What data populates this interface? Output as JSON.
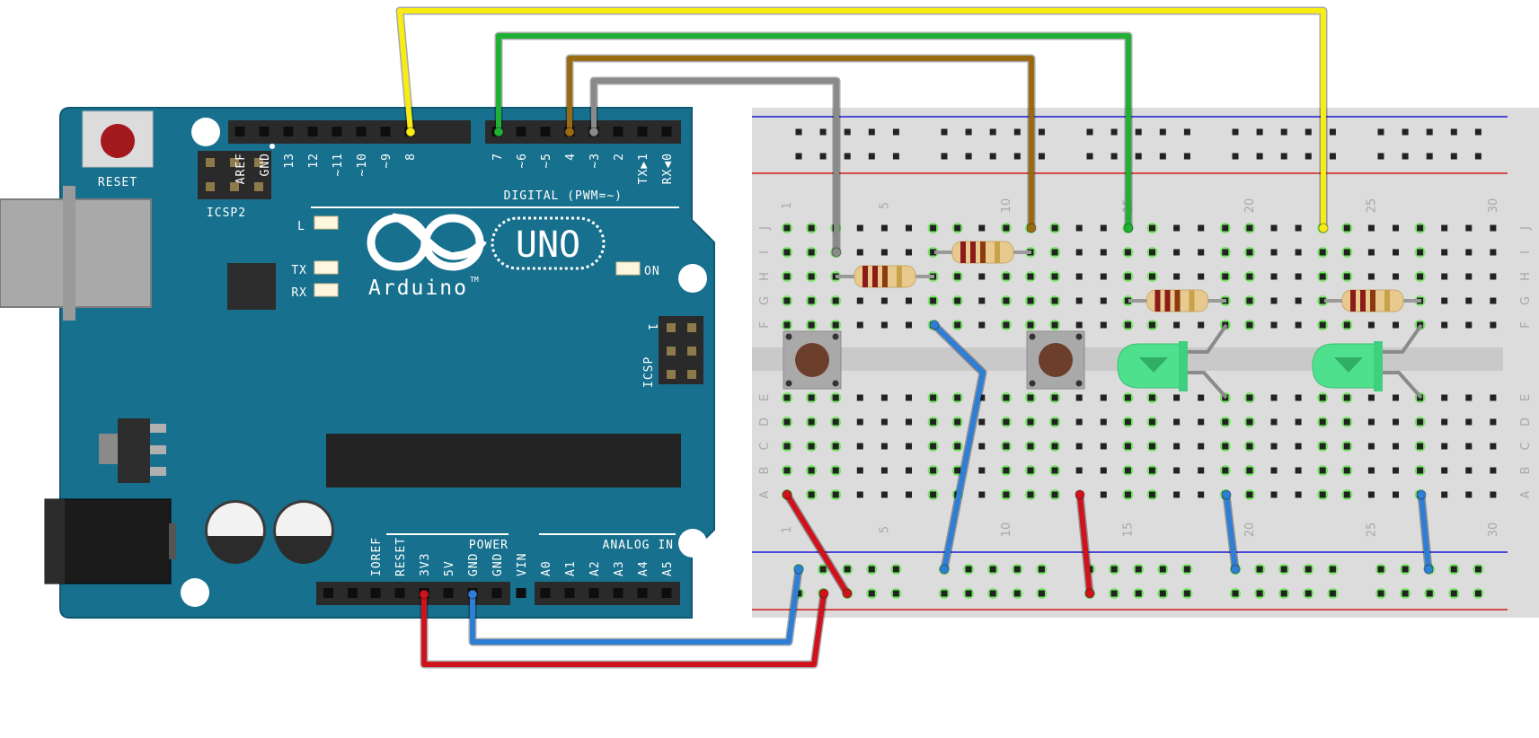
{
  "arduino": {
    "brand_logo": "UNO",
    "brand_name": "Arduino",
    "trademark": "TM",
    "reset_label": "RESET",
    "icsp2_label": "ICSP2",
    "icsp_label": "ICSP",
    "icsp_pin1": "1",
    "led_l": "L",
    "led_tx": "TX",
    "led_rx": "RX",
    "led_on": "ON",
    "digital_label": "DIGITAL (PWM=~)",
    "digital_pins": [
      "AREF",
      "GND",
      "13",
      "12",
      "~11",
      "~10",
      "~9",
      "8",
      "7",
      "~6",
      "~5",
      "4",
      "~3",
      "2",
      "TX▶1",
      "RX◀0"
    ],
    "power_label": "POWER",
    "power_pins": [
      "IOREF",
      "RESET",
      "3V3",
      "5V",
      "GND",
      "GND",
      "VIN"
    ],
    "analog_label": "ANALOG IN",
    "analog_pins": [
      "A0",
      "A1",
      "A2",
      "A3",
      "A4",
      "A5"
    ]
  },
  "breadboard": {
    "row_letters_top": [
      "J",
      "I",
      "H",
      "G",
      "F"
    ],
    "row_letters_bottom": [
      "E",
      "D",
      "C",
      "B",
      "A"
    ],
    "column_numbers": [
      "1",
      "5",
      "10",
      "15",
      "20",
      "25",
      "30"
    ]
  },
  "wires": {
    "yellow": "#f7ec13",
    "green": "#1fb036",
    "brown": "#9a6a12",
    "gray": "#8a8a8a",
    "red": "#d0121c",
    "blue": "#2f7ed6"
  },
  "components": {
    "buttons": [
      "pushbutton-1",
      "pushbutton-2"
    ],
    "leds": [
      "green-led-1",
      "green-led-2"
    ],
    "resistors": [
      "resistor-1",
      "resistor-2",
      "resistor-3",
      "resistor-4"
    ]
  }
}
